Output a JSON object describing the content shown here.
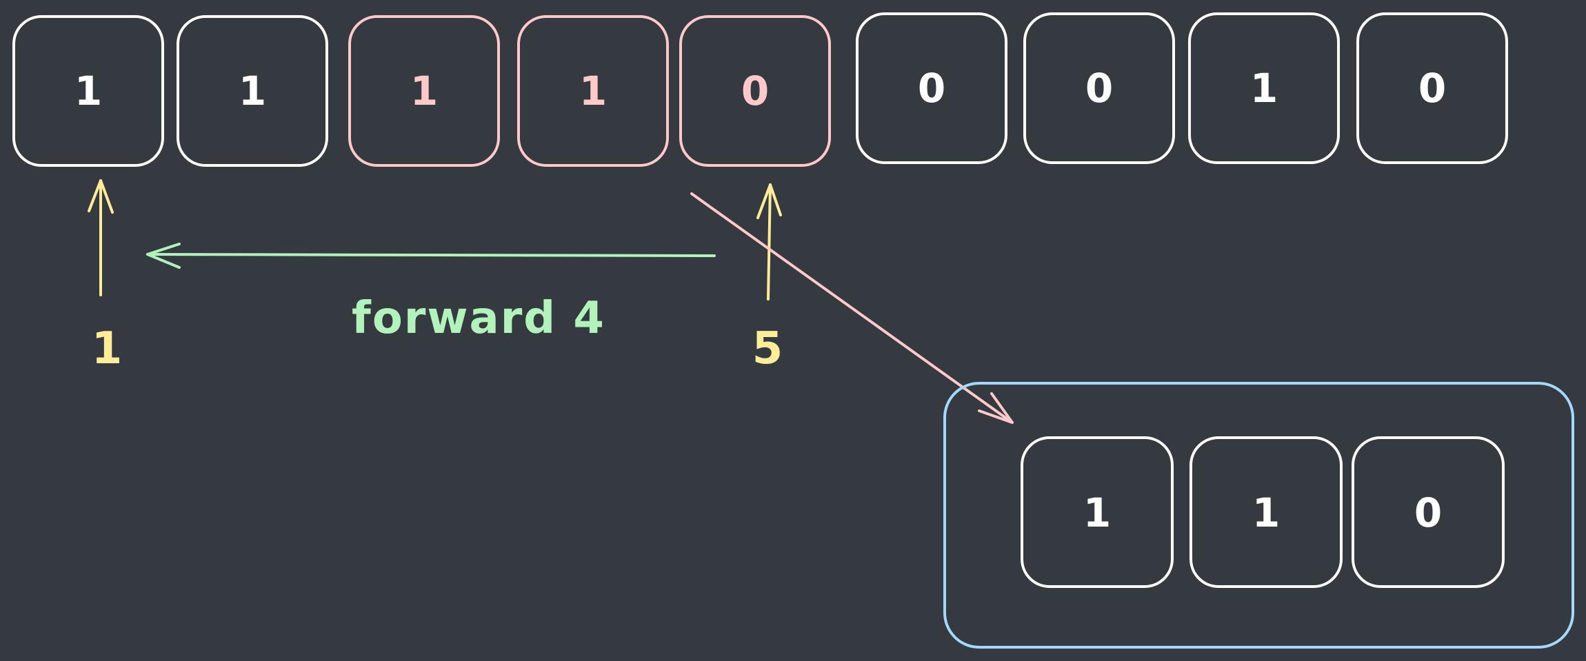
{
  "colors": {
    "background": "#343a40",
    "normal": "#ffffff",
    "highlight": "#ffc9c9",
    "pointer": "#ffec99",
    "forward": "#b2f2bb",
    "result_box": "#a5d8ff"
  },
  "sequence": {
    "cells": [
      {
        "value": "1",
        "highlighted": false
      },
      {
        "value": "1",
        "highlighted": false
      },
      {
        "value": "1",
        "highlighted": true
      },
      {
        "value": "1",
        "highlighted": true
      },
      {
        "value": "0",
        "highlighted": true
      },
      {
        "value": "0",
        "highlighted": false
      },
      {
        "value": "0",
        "highlighted": false
      },
      {
        "value": "1",
        "highlighted": false
      },
      {
        "value": "0",
        "highlighted": false
      }
    ]
  },
  "pointers": {
    "start_label": "1",
    "end_label": "5"
  },
  "forward_label": "forward 4",
  "result": {
    "cells": [
      "1",
      "1",
      "0"
    ]
  }
}
